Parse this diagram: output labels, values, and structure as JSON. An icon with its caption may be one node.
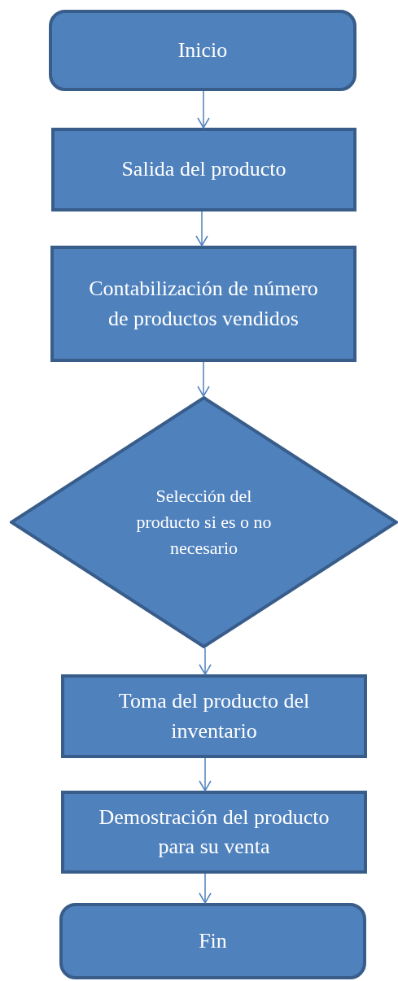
{
  "diagram": {
    "nodes": [
      {
        "text": [
          "Inicio"
        ]
      },
      {
        "text": [
          "Salida del producto"
        ]
      },
      {
        "text": [
          "Contabilización de número de productos vendidos"
        ]
      },
      {
        "text": [
          "Selección del producto  si es o no necesario"
        ]
      },
      {
        "text": [
          "Toma del producto del inventario"
        ]
      },
      {
        "text": [
          "Demostración del producto para su venta"
        ]
      },
      {
        "text": [
          "Fin"
        ]
      }
    ],
    "edges": [
      {
        "from": 0,
        "to": 1,
        "arrow": "to"
      },
      {
        "from": 1,
        "to": 2,
        "arrow": "to"
      },
      {
        "from": 2,
        "to": 3,
        "arrow": "to"
      },
      {
        "from": 3,
        "to": 4,
        "arrow": "to"
      },
      {
        "from": 4,
        "to": 5,
        "arrow": "to"
      },
      {
        "from": 5,
        "to": 6,
        "arrow": "to"
      }
    ]
  }
}
